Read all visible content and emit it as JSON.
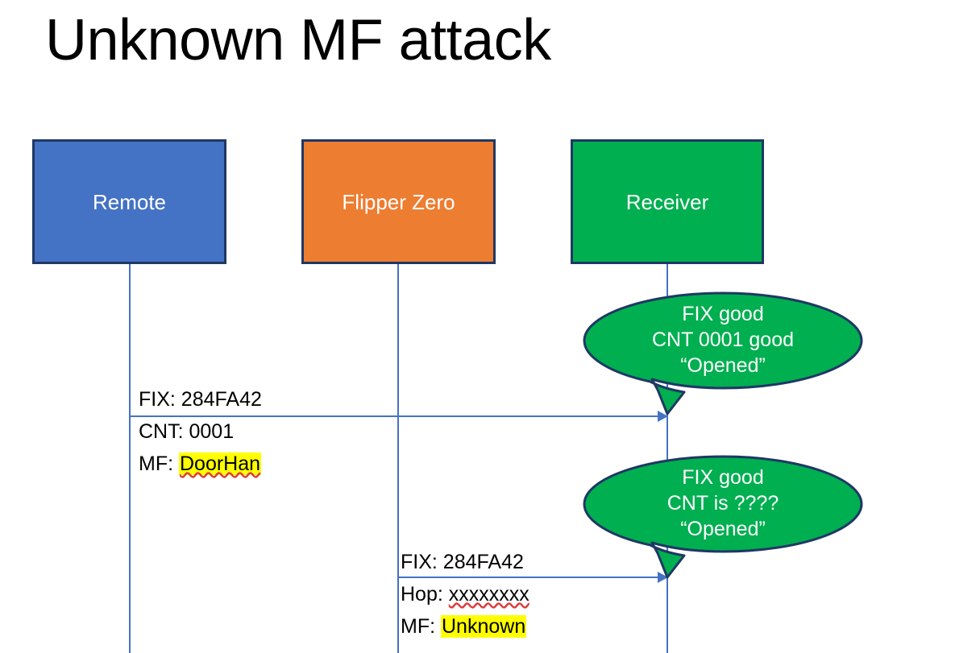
{
  "slide": {
    "title": "Unknown MF attack"
  },
  "actors": [
    {
      "id": "remote",
      "label": "Remote",
      "color": "#4472C4"
    },
    {
      "id": "flipper",
      "label": "Flipper Zero",
      "color": "#ED7D31"
    },
    {
      "id": "receiver",
      "label": "Receiver",
      "color": "#00AF50"
    }
  ],
  "messages": [
    {
      "id": "msg1",
      "from": "remote",
      "to": "receiver",
      "lines": [
        {
          "prefix": "FIX: ",
          "value": "284FA42",
          "highlight": false,
          "spellerror": false
        },
        {
          "prefix": "CNT: ",
          "value": "0001",
          "highlight": false,
          "spellerror": false
        },
        {
          "prefix": "MF: ",
          "value": "DoorHan",
          "highlight": true,
          "spellerror": true
        }
      ]
    },
    {
      "id": "msg2",
      "from": "flipper",
      "to": "receiver",
      "lines": [
        {
          "prefix": "FIX: ",
          "value": "284FA42",
          "highlight": false,
          "spellerror": false
        },
        {
          "prefix": "Hop: ",
          "value": "xxxxxxxx",
          "highlight": false,
          "spellerror": true
        },
        {
          "prefix": "MF: ",
          "value": "Unknown",
          "highlight": true,
          "spellerror": false
        }
      ]
    }
  ],
  "callouts": [
    {
      "id": "callout-1",
      "fill": "#00AF50",
      "border": "#1F3864",
      "lines": [
        "FIX good",
        "CNT 0001 good",
        "“Opened”"
      ]
    },
    {
      "id": "callout-2",
      "fill": "#00AF50",
      "border": "#1F3864",
      "lines": [
        "FIX good",
        "CNT is ????",
        "“Opened”"
      ]
    }
  ],
  "colors": {
    "box_border": "#1F3864",
    "lifeline": "#4472C4",
    "highlight": "#FFFF00",
    "spell_underline": "#E03A3A"
  }
}
